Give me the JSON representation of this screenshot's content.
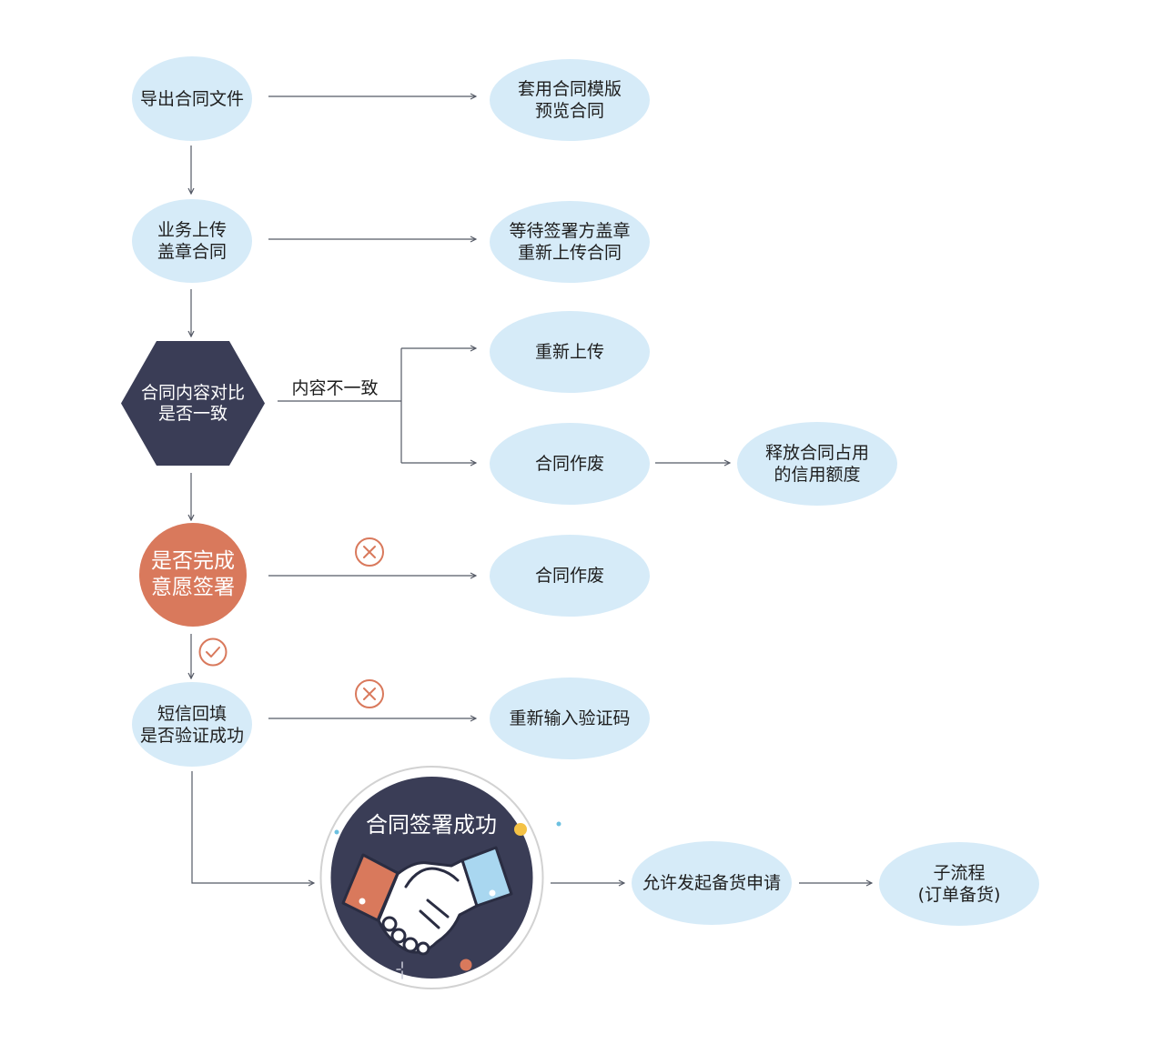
{
  "diagram": {
    "nodes": {
      "export_contract": "导出合同文件",
      "apply_template_preview": "套用合同模版\n预览合同",
      "upload_stamped_contract": "业务上传\n盖章合同",
      "wait_signer_stamp": "等待签署方盖章\n重新上传合同",
      "compare_content": "合同内容对比\n是否一致",
      "reupload": "重新上传",
      "void_contract_mismatch": "合同作废",
      "release_credit": "释放合同占用\n的信用额度",
      "willingness_signing": "是否完成\n意愿签署",
      "void_contract_unsigned": "合同作废",
      "sms_verification": "短信回填\n是否验证成功",
      "reenter_code": "重新输入验证码",
      "signing_success": "合同签署成功",
      "allow_stock_request": "允许发起备货申请",
      "sub_process": "子流程\n(订单备货)"
    },
    "edge_labels": {
      "content_mismatch": "内容不一致"
    },
    "status_icons": {
      "willingness_rejected": "x-circle-icon",
      "willingness_passed": "check-circle-icon",
      "sms_failed": "x-circle-icon"
    },
    "illustration_icon": "handshake-icon"
  },
  "colors": {
    "ellipse_fill": "#d6ebf8",
    "hex_fill": "#3a3d56",
    "decision_fill": "#d9795c",
    "line": "#555a66",
    "text": "#1e1e1e",
    "status_icon": "#d9795c",
    "success_fill": "#3a3d56",
    "ring": "#d2d2d2",
    "accent_yellow": "#f4c245",
    "accent_blue": "#6cc0e0",
    "cuff_orange": "#d9795c",
    "cuff_blue": "#a9d7f0",
    "outline": "#2a2d42"
  }
}
